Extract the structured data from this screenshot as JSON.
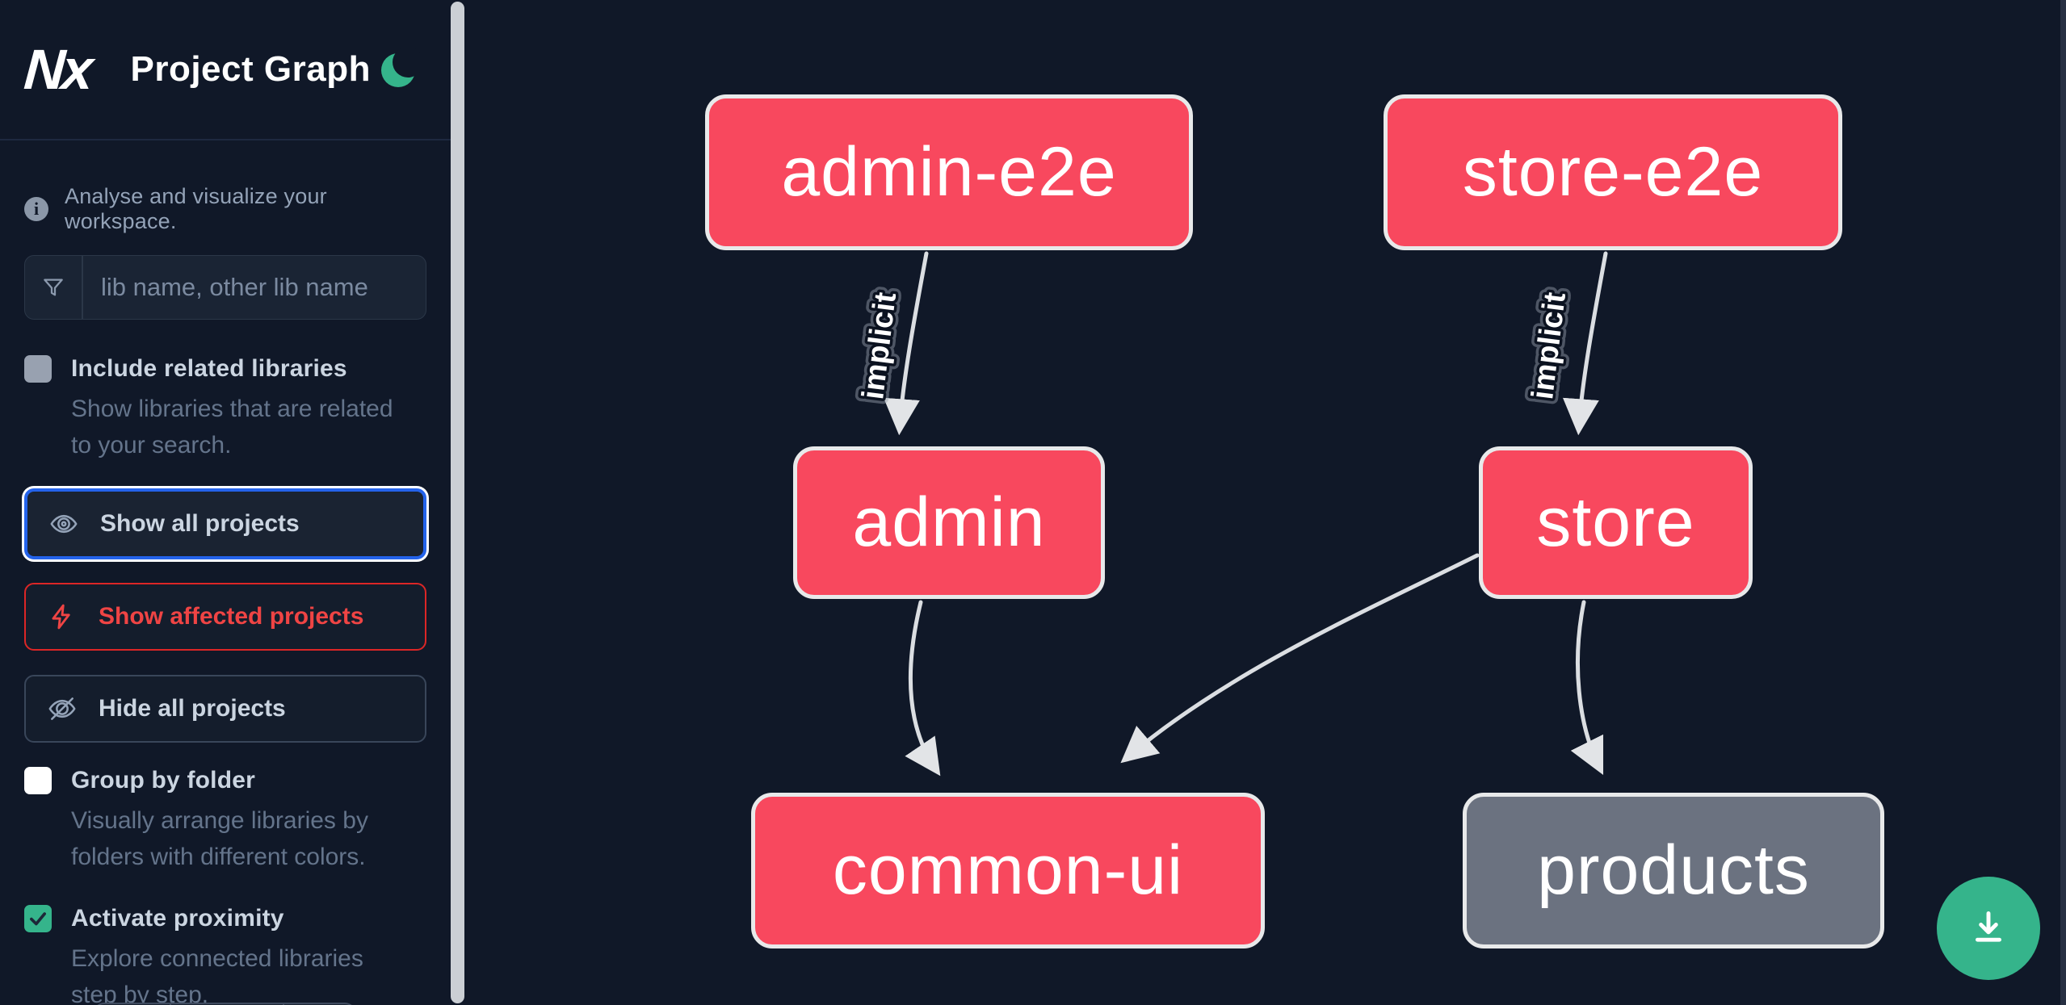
{
  "header": {
    "logo_text": "Nx",
    "title": "Project Graph"
  },
  "sidebar": {
    "tagline": "Analyse and visualize your workspace.",
    "search": {
      "placeholder": "lib name, other lib name",
      "value": ""
    },
    "toggles": [
      {
        "label": "Include related libraries",
        "description": "Show libraries that are related to your search.",
        "checked": false
      },
      {
        "label": "Group by folder",
        "description": "Visually arrange libraries by folders with different colors.",
        "checked": false
      },
      {
        "label": "Activate proximity",
        "description": "Explore connected libraries step by step.",
        "checked": true
      }
    ],
    "actions": [
      {
        "label": "Show all projects",
        "state": "selected"
      },
      {
        "label": "Show affected projects",
        "state": "affected"
      },
      {
        "label": "Hide all projects",
        "state": "default"
      }
    ]
  },
  "graph": {
    "nodes": [
      {
        "id": "admin-e2e",
        "label": "admin-e2e",
        "status": "affected"
      },
      {
        "id": "store-e2e",
        "label": "store-e2e",
        "status": "affected"
      },
      {
        "id": "admin",
        "label": "admin",
        "status": "affected"
      },
      {
        "id": "store",
        "label": "store",
        "status": "affected"
      },
      {
        "id": "common-ui",
        "label": "common-ui",
        "status": "affected"
      },
      {
        "id": "products",
        "label": "products",
        "status": "unaffected"
      }
    ],
    "edges": [
      {
        "source": "admin-e2e",
        "target": "admin",
        "label": "implicit"
      },
      {
        "source": "store-e2e",
        "target": "store",
        "label": "implicit"
      },
      {
        "source": "admin",
        "target": "common-ui",
        "label": ""
      },
      {
        "source": "store",
        "target": "common-ui",
        "label": ""
      },
      {
        "source": "store",
        "target": "products",
        "label": ""
      }
    ]
  },
  "colors": {
    "background": "#101828",
    "affected_node": "#f8485e",
    "unaffected_node": "#6b7280",
    "node_border": "#e8e9ea",
    "edge": "#dbdee2",
    "accent_green": "#35b48b",
    "focus_blue": "#2463eb",
    "danger_red": "#ef4444",
    "text_primary": "#cbd5e1",
    "text_muted": "#64748b"
  }
}
